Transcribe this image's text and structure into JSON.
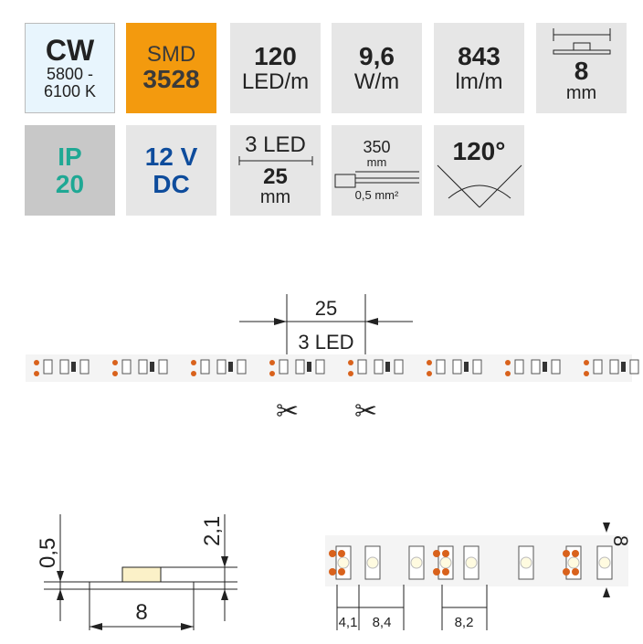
{
  "colors": {
    "cw_bg": "#e8f5fd",
    "smd_bg": "#f39a0e",
    "ip_bg": "#c8c8c8",
    "ip_text": "#1fa894",
    "dc_text": "#0e4c9c",
    "tile_bg": "#e6e6e6",
    "pad": "#d9621c"
  },
  "tiles": {
    "color": {
      "code": "CW",
      "range1": "5800 -",
      "range2": "6100 K"
    },
    "chip": {
      "label": "SMD",
      "value": "3528"
    },
    "density": {
      "value": "120",
      "unit": "LED/m"
    },
    "power": {
      "value": "9,6",
      "unit": "W/m"
    },
    "flux": {
      "value": "843",
      "unit": "lm/m"
    },
    "width": {
      "value": "8",
      "unit": "mm"
    },
    "ip": {
      "label": "IP",
      "value": "20"
    },
    "voltage": {
      "value": "12 V",
      "unit": "DC"
    },
    "cut": {
      "leds": "3 LED",
      "value": "25",
      "unit": "mm"
    },
    "cable": {
      "length": "350",
      "unit": "mm",
      "section": "0,5 mm²"
    },
    "angle": {
      "value": "120°"
    }
  },
  "strip_diagram": {
    "segment_length": "25",
    "segment_leds": "3 LED"
  },
  "cross_section": {
    "base_thickness": "0,5",
    "total_height": "2,1",
    "width": "8"
  },
  "detail": {
    "dim1": "4,1",
    "dim2": "8,4",
    "dim3": "8,2",
    "width": "8"
  }
}
